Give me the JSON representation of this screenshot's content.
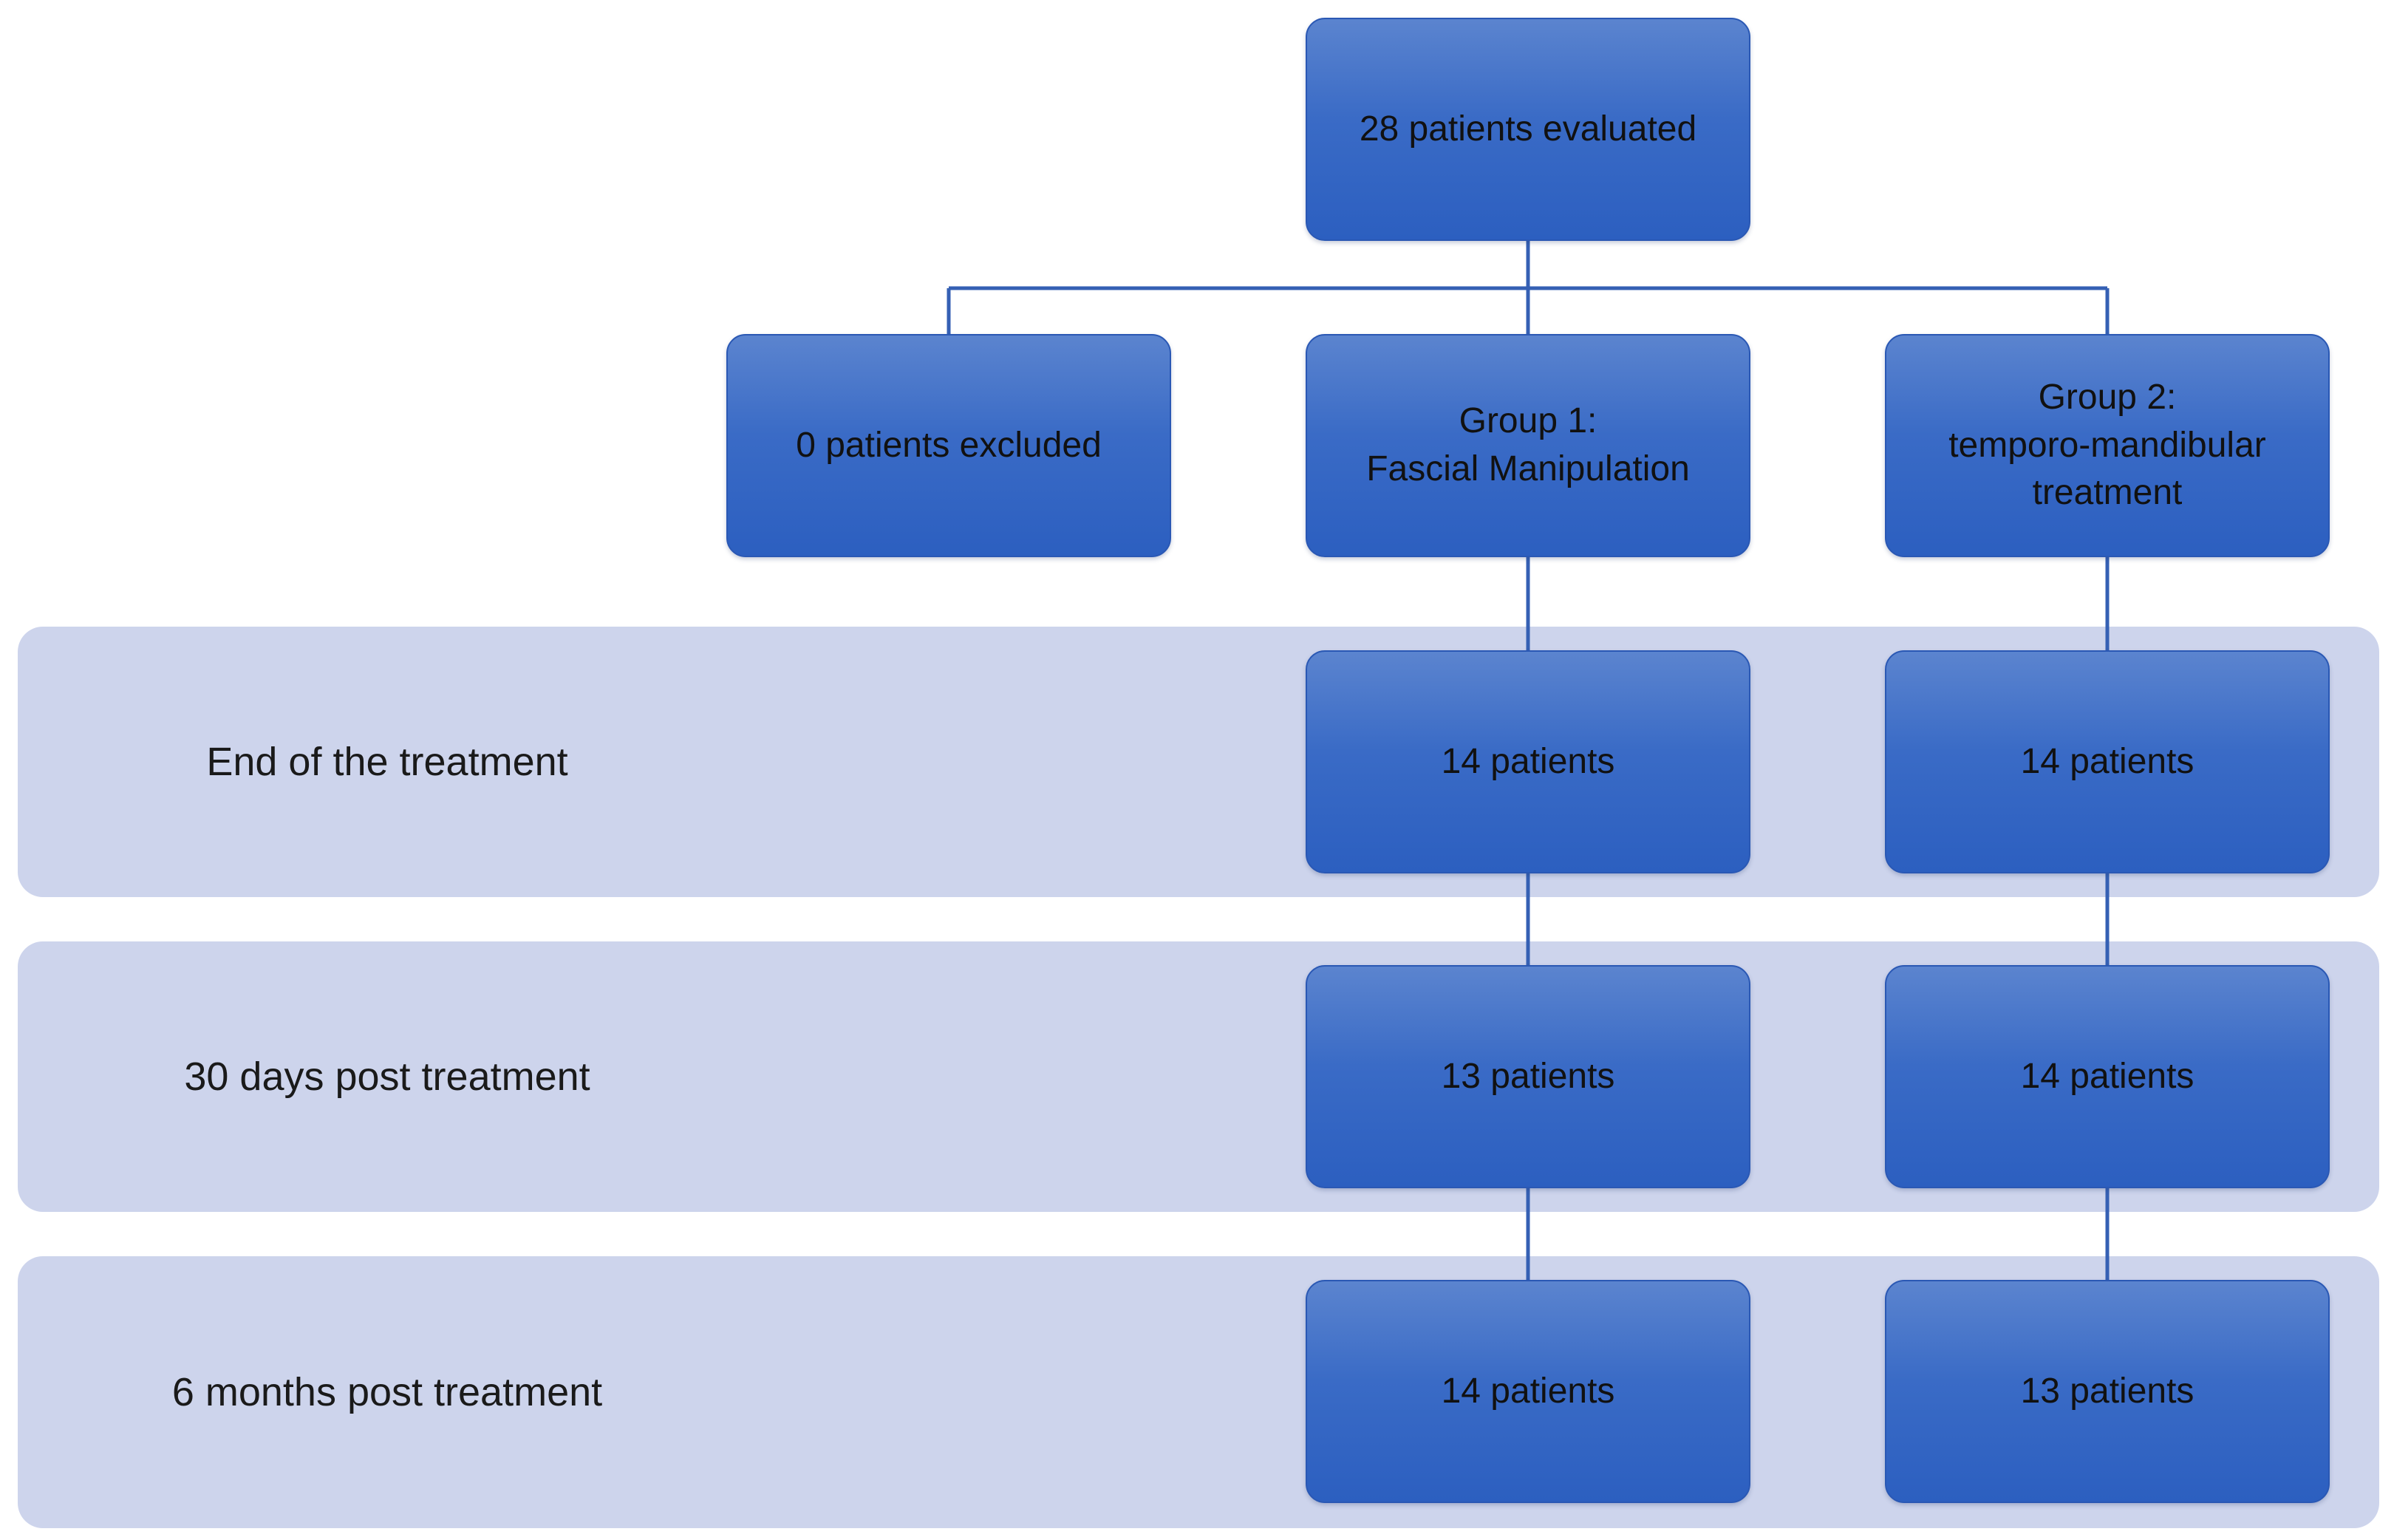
{
  "diagram": {
    "root": {
      "label": "28 patients evaluated"
    },
    "branches": {
      "excluded": {
        "label": "0 patients excluded"
      },
      "group1": {
        "label": "Group 1:\nFascial Manipulation"
      },
      "group2": {
        "label": "Group 2:\ntemporo-mandibular\ntreatment"
      }
    },
    "stages": [
      {
        "label": "End of the treatment",
        "group1": "14 patients",
        "group2": "14 patients"
      },
      {
        "label": "30 days post treatment",
        "group1": "13 patients",
        "group2": "14 patients"
      },
      {
        "label": "6 months post treatment",
        "group1": "14 patients",
        "group2": "13 patients"
      }
    ]
  },
  "colors": {
    "box_fill_top": "#5b84cf",
    "box_fill_bottom": "#2c5fc0",
    "band_fill": "#cdd4ec",
    "connector": "#3560b4"
  }
}
